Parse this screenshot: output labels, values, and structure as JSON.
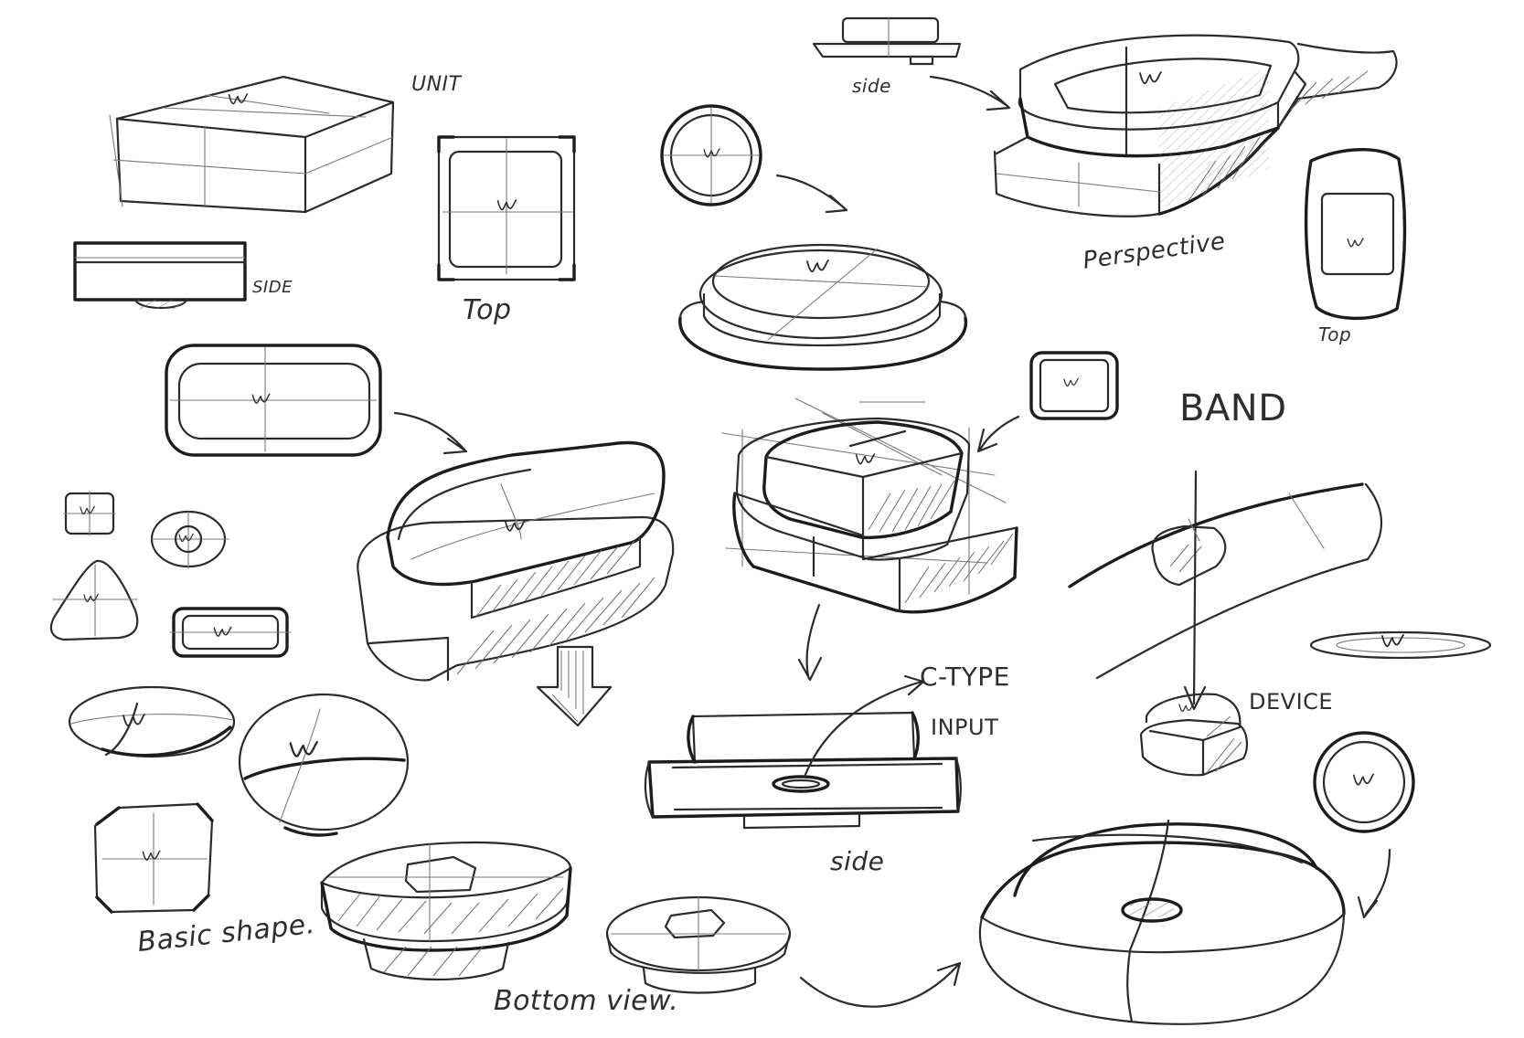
{
  "labels": {
    "unit": "UNIT",
    "side_left": "SIDE",
    "top_left": "Top",
    "side_top": "side",
    "perspective": "Perspective",
    "top_right": "Top",
    "band": "BAND",
    "device": "DEVICE",
    "c_type": "C-TYPE",
    "input": "INPUT",
    "side_middle": "side",
    "basic_shape": "Basic shape.",
    "bottom_view": "Bottom view."
  },
  "ink_color": "#2b2b2b",
  "paper_color": "#ffffff"
}
